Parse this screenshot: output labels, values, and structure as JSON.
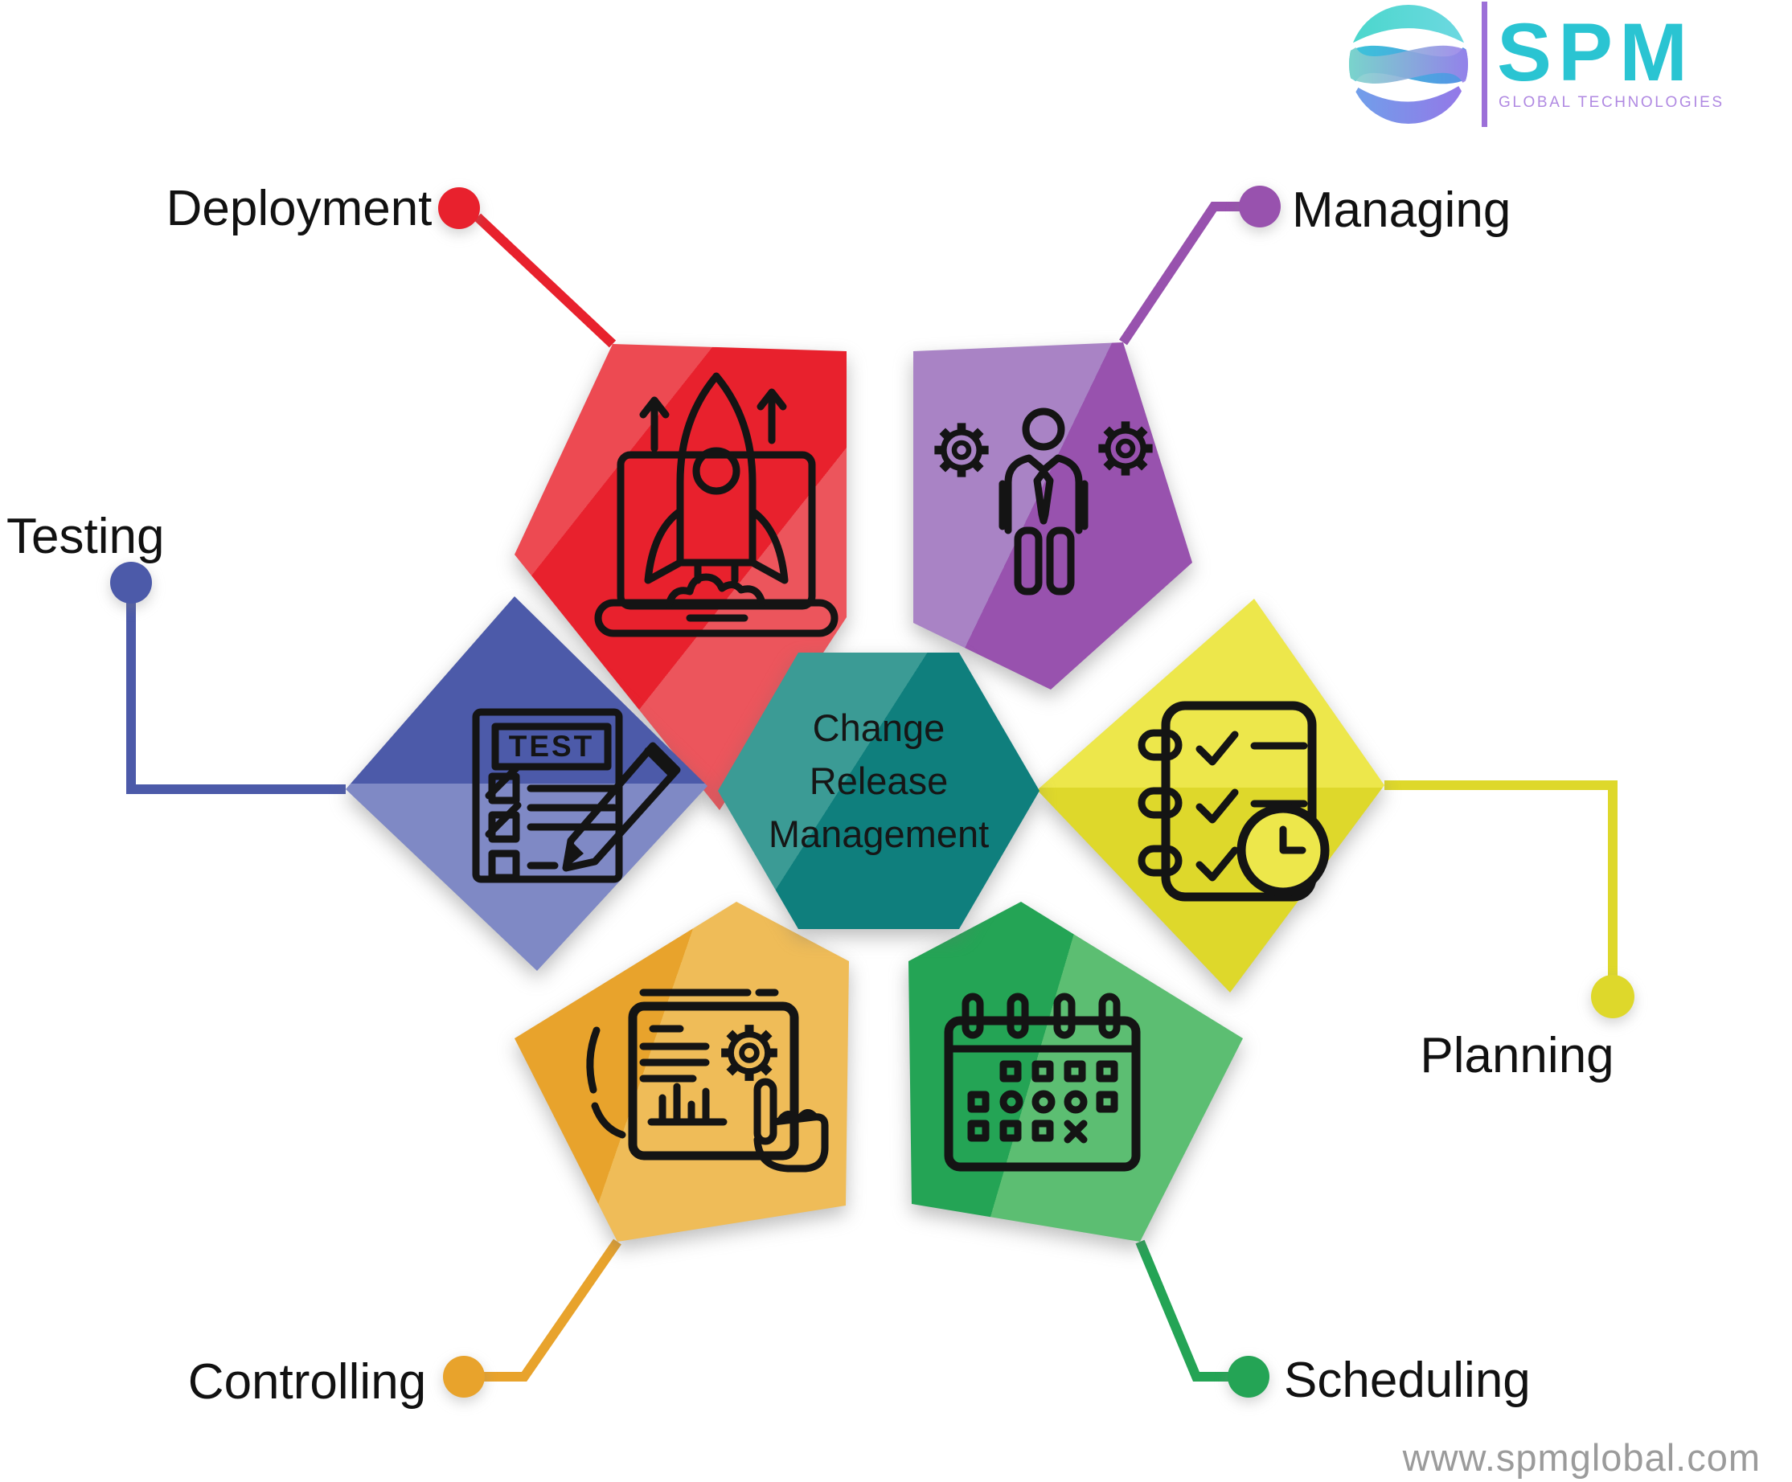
{
  "brand": {
    "name": "SPM",
    "tagline": "GLOBAL TECHNOLOGIES",
    "website": "www.spmglobal.com",
    "colors": {
      "wordmark": "#2AC4D2",
      "tagline": "#B089E2",
      "divider": "#9C6FD8",
      "sphere_teal": "#49D7CB",
      "sphere_aqua": "#6FD8E2",
      "sphere_cyan": "#38C8D8",
      "sphere_blue": "#5B8EE6",
      "sphere_mint": "#7FD9C9",
      "sphere_purple": "#9B7BEC",
      "sphere_lblue": "#6FA0EA",
      "sphere_violet": "#9577E8"
    }
  },
  "center": {
    "lines": [
      "Change",
      "Release",
      "Management"
    ],
    "colors": {
      "light": "#3B9B95",
      "dark": "#0F7F7D"
    }
  },
  "segments": [
    {
      "id": "deployment",
      "label": "Deployment",
      "icon": "rocket-launch-on-laptop",
      "colors": {
        "light": "#ED4A52",
        "dark": "#E8212D",
        "mid": "#EC555C"
      }
    },
    {
      "id": "managing",
      "label": "Managing",
      "icon": "manager-with-gears",
      "colors": {
        "light": "#A983C5",
        "dark": "#9852AE"
      }
    },
    {
      "id": "testing",
      "label": "Testing",
      "icon": "test-sheet-with-pencil",
      "colors": {
        "light": "#7F89C5",
        "dark": "#4C5AA9"
      }
    },
    {
      "id": "planning",
      "label": "Planning",
      "icon": "checklist-with-clock",
      "colors": {
        "light": "#EDE74B",
        "dark": "#DED82B"
      }
    },
    {
      "id": "controlling",
      "label": "Controlling",
      "icon": "tablet-analytics-hand",
      "colors": {
        "light": "#EFBC58",
        "dark": "#E8A32C"
      }
    },
    {
      "id": "scheduling",
      "label": "Scheduling",
      "icon": "calendar-schedule",
      "colors": {
        "light": "#5CBE72",
        "dark": "#24A455"
      }
    }
  ],
  "icon_texts": {
    "test_label": "TEST"
  },
  "text_colors": {
    "label": "#111111",
    "center_text": "#161616",
    "website": "#9B9B9B"
  }
}
